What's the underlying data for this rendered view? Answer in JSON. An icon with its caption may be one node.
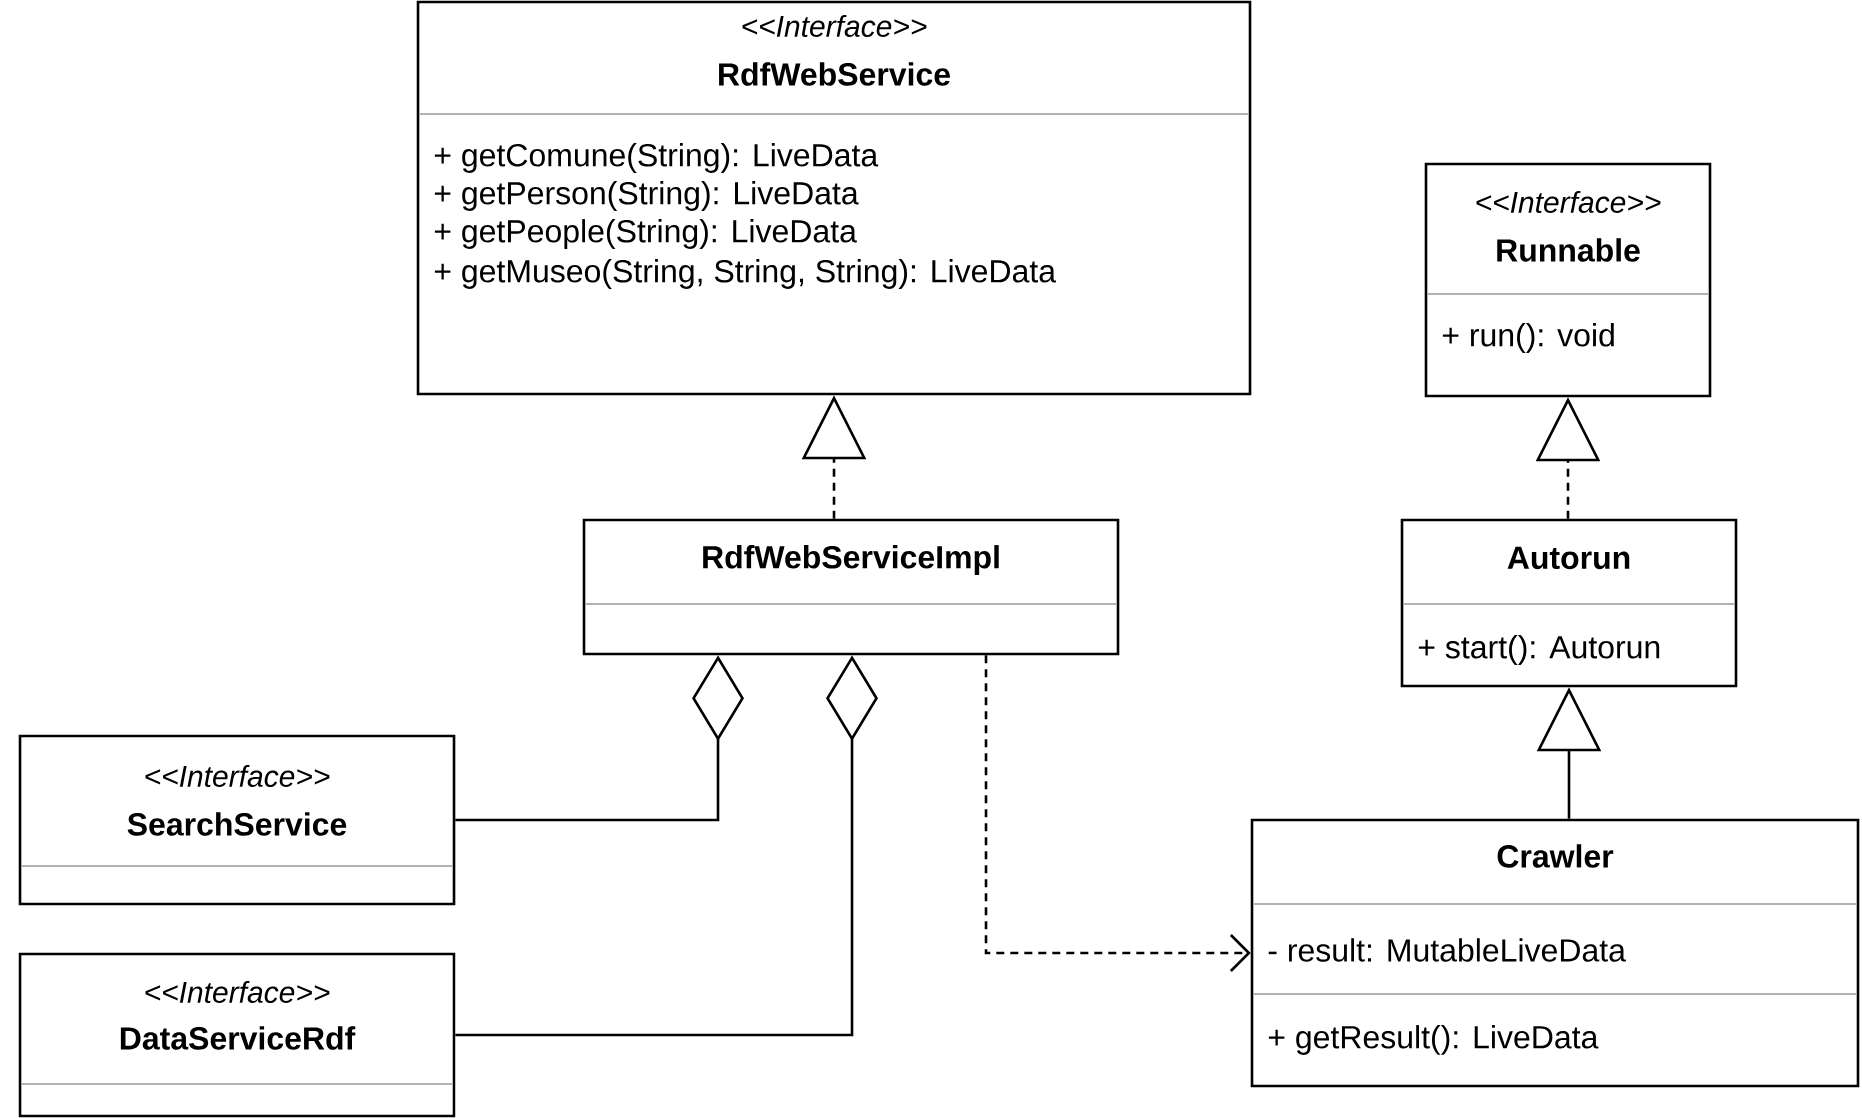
{
  "diagram": {
    "nodes": [
      {
        "text": [
          "<<Interface>>",
          "RdfWebService",
          "+ getComune(String): LiveData",
          "+ getPerson(String): LiveData",
          "+ getPeople(String): LiveData",
          "+ getMuseo(String, String, String): LiveData"
        ]
      },
      {
        "text": [
          "<<Interface>>",
          "Runnable",
          "+ run(): void"
        ]
      },
      {
        "text": [
          "RdfWebServiceImpl"
        ]
      },
      {
        "text": [
          "Autorun",
          "+ start(): Autorun"
        ]
      },
      {
        "text": [
          "<<Interface>>",
          "SearchService"
        ]
      },
      {
        "text": [
          "Crawler",
          "-  result: MutableLiveData",
          "+ getResult(): LiveData"
        ]
      },
      {
        "text": [
          "<<Interface>>",
          "DataServiceRdf"
        ]
      }
    ],
    "edges": [
      {
        "from": 2,
        "to": 0,
        "arrow": "to",
        "style": "dashed"
      },
      {
        "from": 3,
        "to": 1,
        "arrow": "to",
        "style": "dashed"
      },
      {
        "from": 5,
        "to": 3,
        "arrow": "to"
      },
      {
        "from": 2,
        "to": 4,
        "arrow": "other"
      },
      {
        "from": 2,
        "to": 6,
        "arrow": "other"
      },
      {
        "from": 2,
        "to": 5,
        "arrow": "to",
        "style": "dashed"
      }
    ]
  }
}
